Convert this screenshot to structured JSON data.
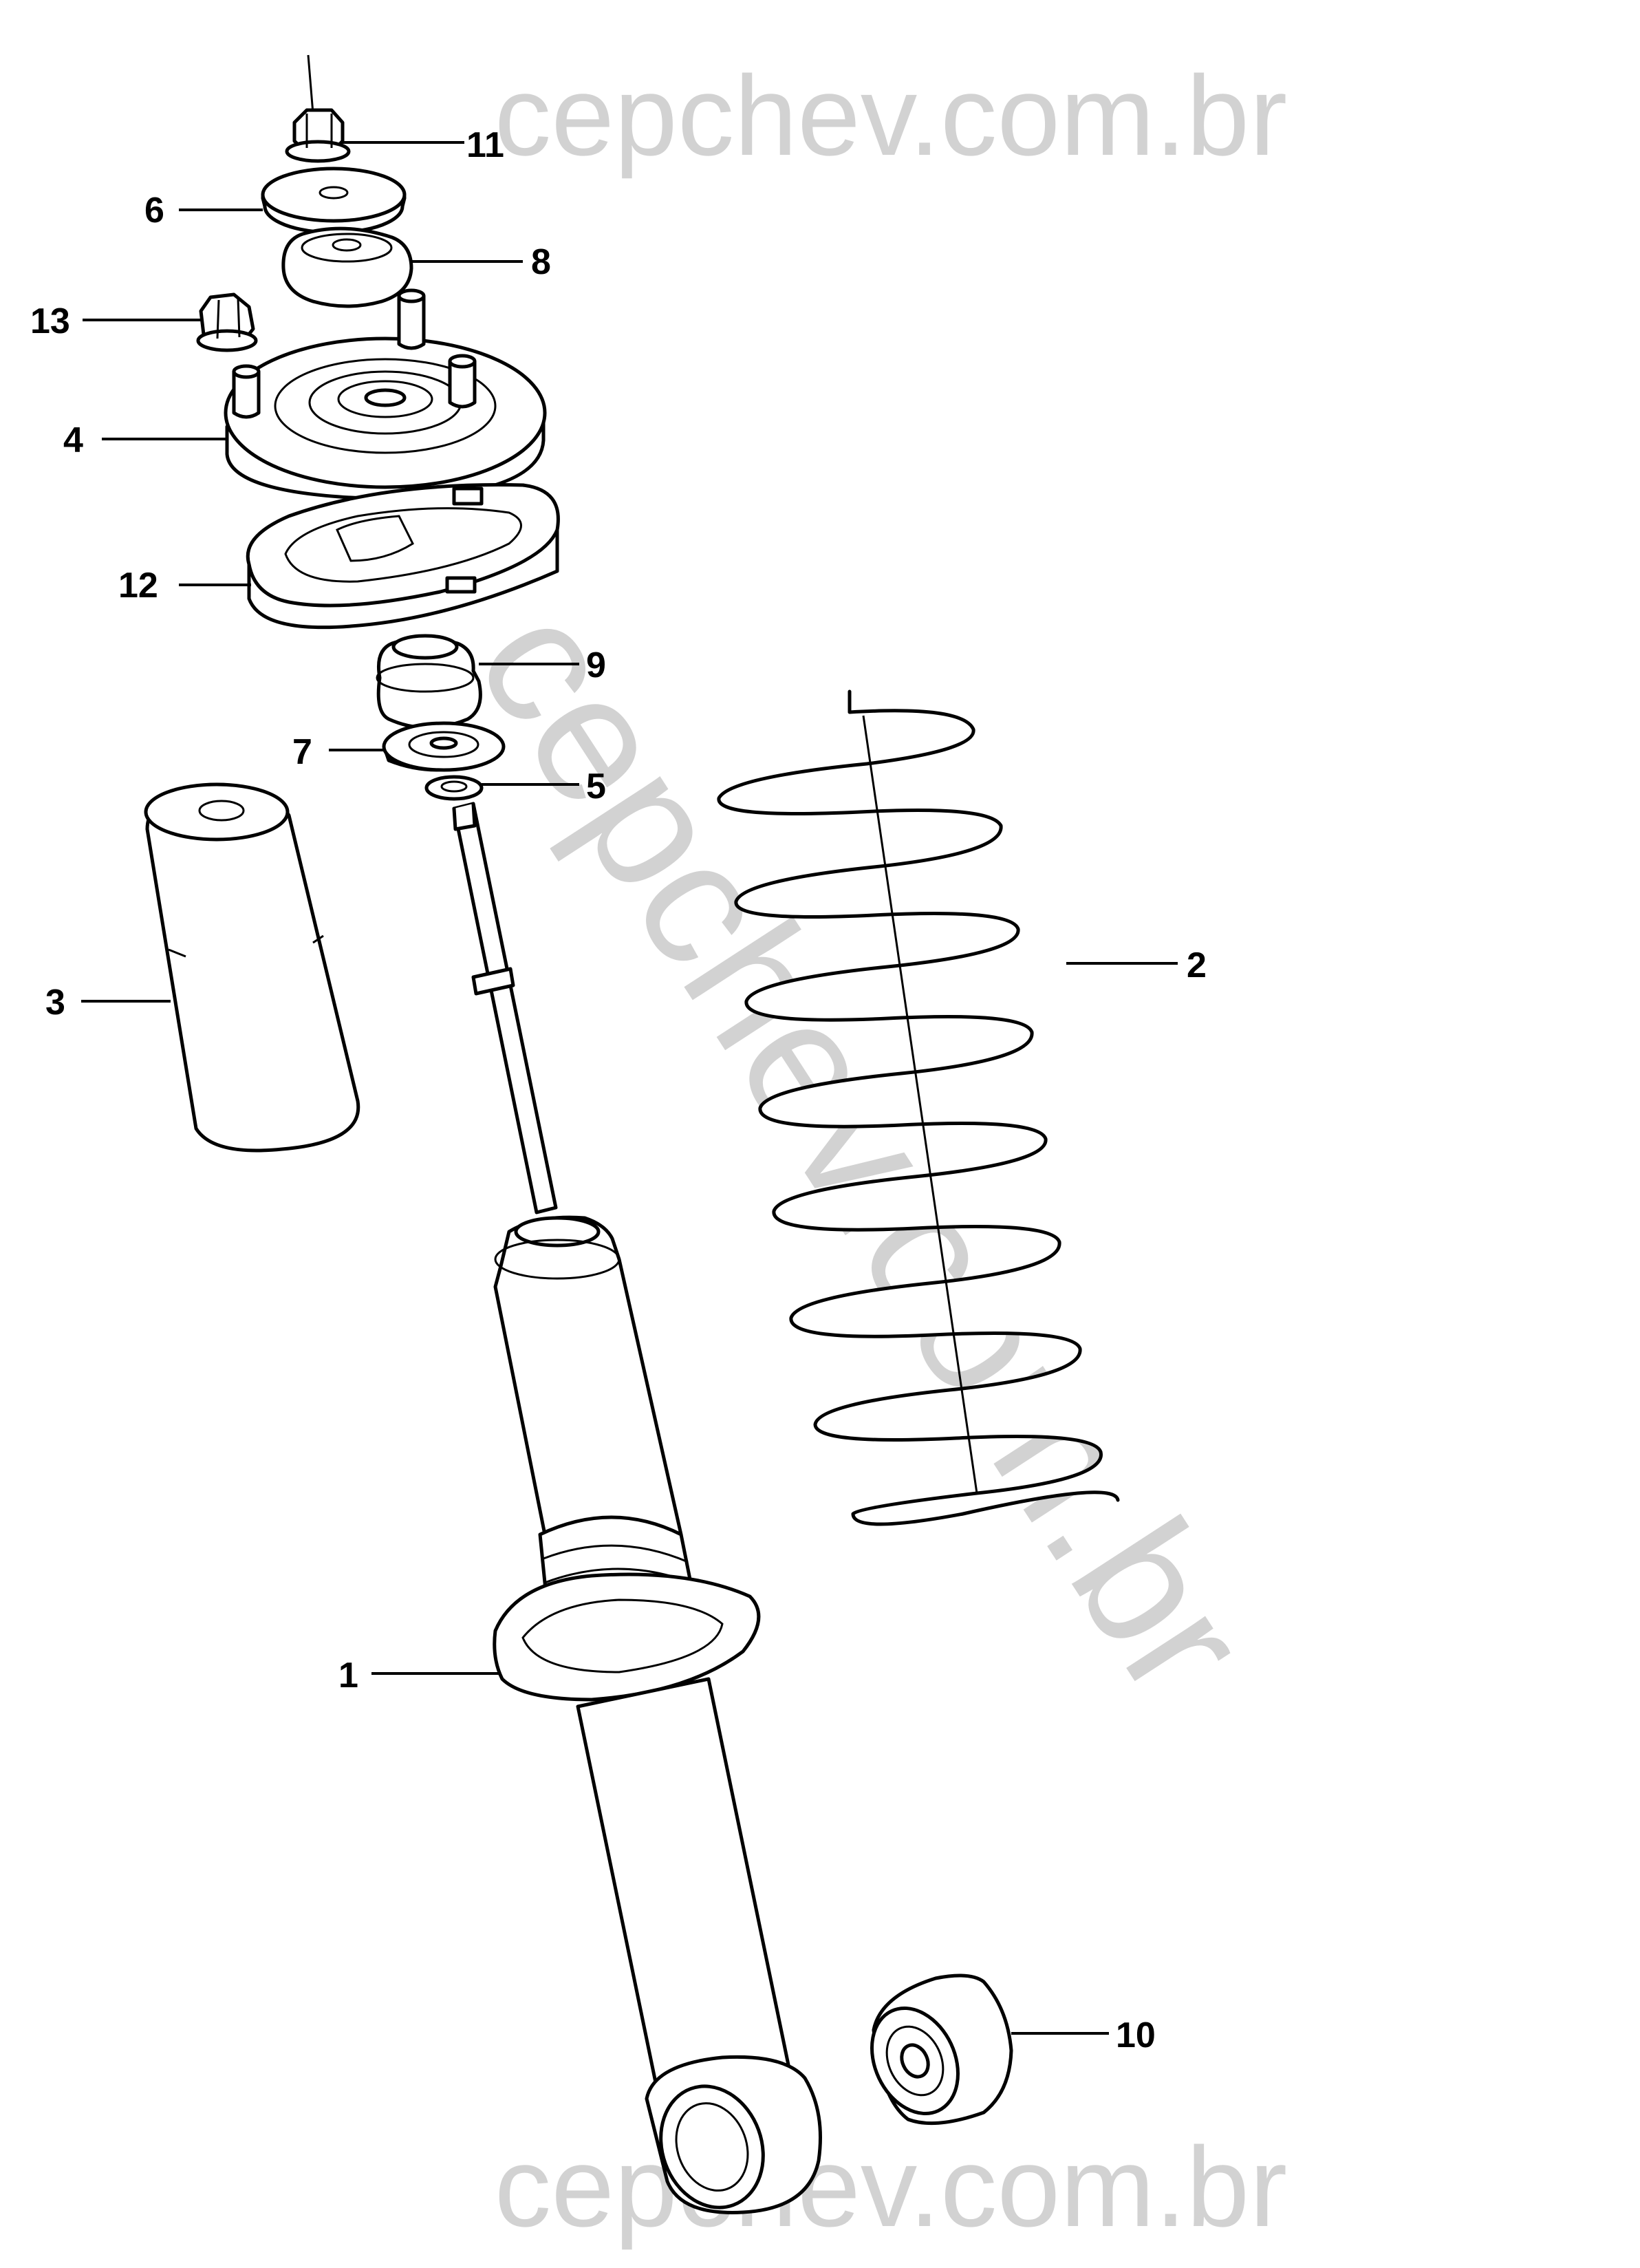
{
  "watermarks": {
    "top": "cepchev.com.br",
    "diagonal": "cepchev.com.br",
    "bottom": "cepchev.com.br"
  },
  "callouts": [
    {
      "id": "1",
      "label": "1"
    },
    {
      "id": "2",
      "label": "2"
    },
    {
      "id": "3",
      "label": "3"
    },
    {
      "id": "4",
      "label": "4"
    },
    {
      "id": "5",
      "label": "5"
    },
    {
      "id": "6",
      "label": "6"
    },
    {
      "id": "7",
      "label": "7"
    },
    {
      "id": "8",
      "label": "8"
    },
    {
      "id": "9",
      "label": "9"
    },
    {
      "id": "10",
      "label": "10"
    },
    {
      "id": "11",
      "label": "11"
    },
    {
      "id": "12",
      "label": "12"
    },
    {
      "id": "13",
      "label": "13"
    }
  ]
}
